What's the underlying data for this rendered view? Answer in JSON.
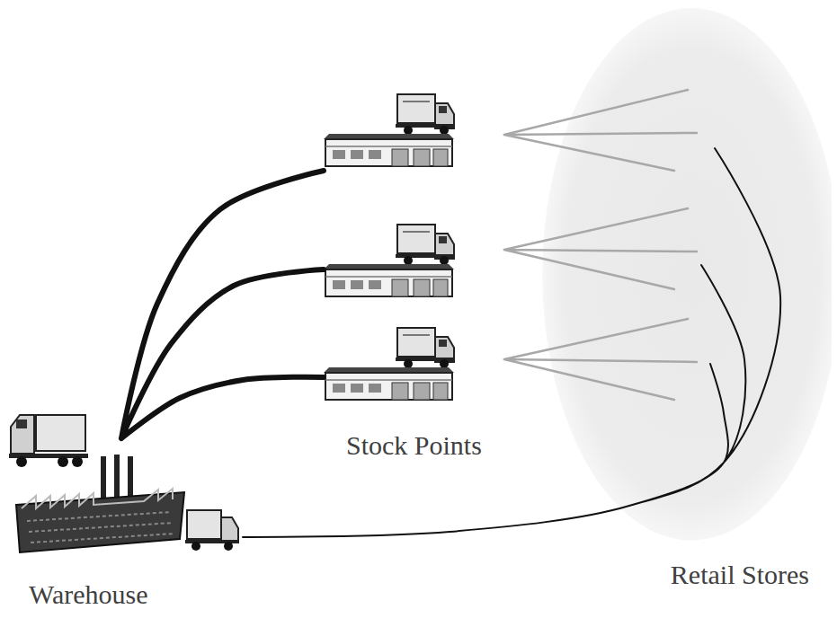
{
  "diagram": {
    "nodes": [
      {
        "text": [
          "Warehouse"
        ]
      },
      {
        "text": [
          "Stock Points"
        ]
      },
      {
        "text": [
          "Retail Stores"
        ]
      }
    ],
    "edges": [
      {
        "from": 0,
        "to": 1,
        "arrow": "none"
      },
      {
        "from": 1,
        "to": 2,
        "arrow": "none"
      },
      {
        "from": 0,
        "to": 2,
        "arrow": "none"
      }
    ]
  }
}
